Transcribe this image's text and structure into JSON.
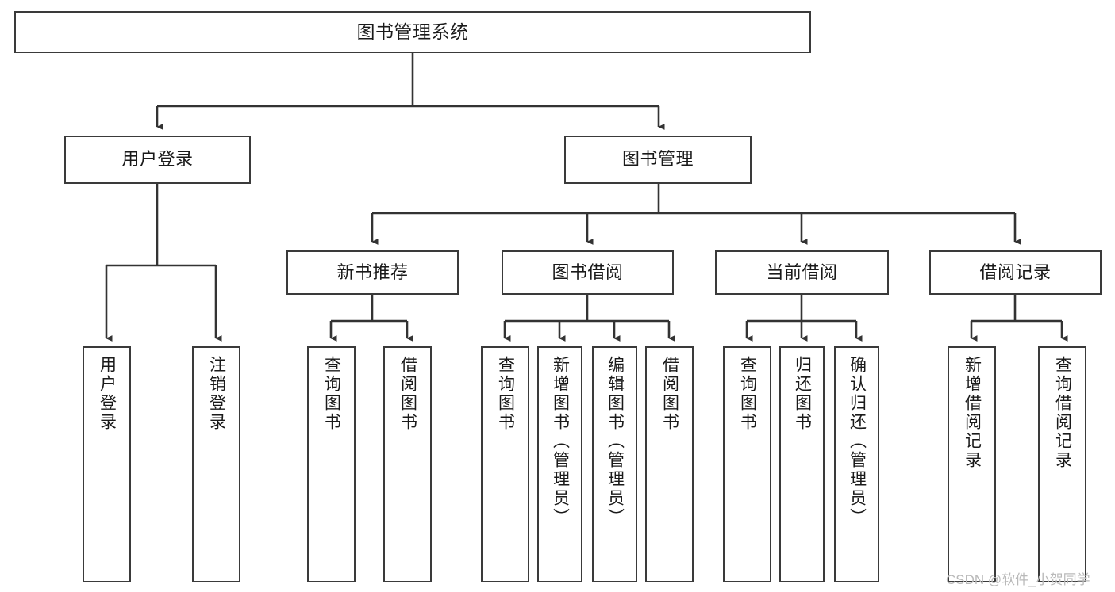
{
  "diagram": {
    "title": "图书管理系统",
    "type": "功能结构图",
    "watermark": "CSDN @软件_小贺同学",
    "colors": {
      "box_border": "#3a3a3a",
      "box_fill": "#ffffff",
      "connector": "#333333",
      "text": "#1a1a1a",
      "watermark": "#b9b9b9"
    },
    "levels": {
      "root": [
        "图书管理系统"
      ],
      "level2": [
        "用户登录",
        "图书管理"
      ],
      "level3": [
        "新书推荐",
        "图书借阅",
        "当前借阅",
        "借阅记录"
      ],
      "leaves": [
        "用户登录",
        "注销登录",
        "查询图书",
        "借阅图书",
        "查询图书",
        "新增图书（管理员）",
        "编辑图书（管理员）",
        "借阅图书",
        "查询图书",
        "归还图书",
        "确认归还（管理员）",
        "新增借阅记录",
        "查询借阅记录"
      ]
    },
    "nodes": {
      "root": {
        "label": "图书管理系统"
      },
      "user_login": {
        "label": "用户登录"
      },
      "book_manage": {
        "label": "图书管理"
      },
      "new_book_rec": {
        "label": "新书推荐"
      },
      "book_borrow": {
        "label": "图书借阅"
      },
      "current_borrow": {
        "label": "当前借阅"
      },
      "borrow_record": {
        "label": "借阅记录"
      },
      "leaf_user_login": {
        "label": "用户登录"
      },
      "leaf_logout": {
        "label": "注销登录"
      },
      "leaf_query_book_1": {
        "label": "查询图书"
      },
      "leaf_borrow_book_1": {
        "label": "借阅图书"
      },
      "leaf_query_book_2": {
        "label": "查询图书"
      },
      "leaf_add_book": {
        "label": "新增图书（管理员）"
      },
      "leaf_edit_book": {
        "label": "编辑图书（管理员）"
      },
      "leaf_borrow_book_2": {
        "label": "借阅图书"
      },
      "leaf_query_book_3": {
        "label": "查询图书"
      },
      "leaf_return_book": {
        "label": "归还图书"
      },
      "leaf_confirm_return": {
        "label": "确认归还（管理员）"
      },
      "leaf_add_record": {
        "label": "新增借阅记录"
      },
      "leaf_query_record": {
        "label": "查询借阅记录"
      }
    }
  }
}
